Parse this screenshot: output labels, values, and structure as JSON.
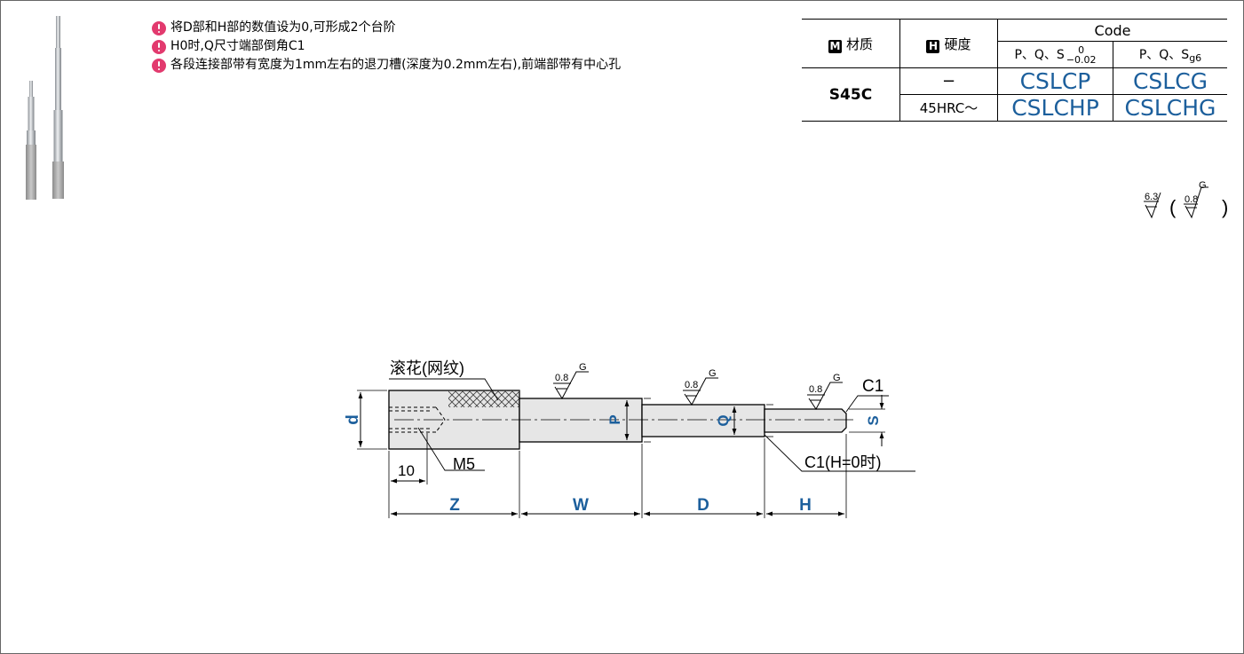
{
  "notes": [
    "将D部和H部的数值设为0,可形成2个台阶",
    "H0时,Q尺寸端部倒角C1",
    "各段连接部带有宽度为1mm左右的退刀槽(深度为0.2mm左右),前端部带有中心孔"
  ],
  "table": {
    "material_badge": "M",
    "material_header": "材质",
    "hardness_badge": "H",
    "hardness_header": "硬度",
    "code_header": "Code",
    "sub_header_1_main": "P、Q、S",
    "sub_header_1_tol_upper": "0",
    "sub_header_1_tol_lower": "−0.02",
    "sub_header_2_main": "P、Q、S",
    "sub_header_2_sub": "g6",
    "material": "S45C",
    "rows": [
      {
        "hardness": "−",
        "code_1": "CSLCP",
        "code_2": "CSLCG"
      },
      {
        "hardness": "45HRC～",
        "code_1": "CSLCHP",
        "code_2": "CSLCHG"
      }
    ]
  },
  "roughness": {
    "main_value": "6.3",
    "paren_value": "0.8",
    "grade": "G",
    "open_paren": "(",
    "close_paren": ")"
  },
  "drawing": {
    "knurl_label": "滚花(网纹)",
    "thread_label": "M5",
    "chamfer_label": "C1",
    "chamfer_h0_label": "C1(H=0时)",
    "dim_10": "10",
    "dim_d": "d",
    "dim_P": "P",
    "dim_Q": "Q",
    "dim_S": "S",
    "dim_Z": "Z",
    "dim_W": "W",
    "dim_D": "D",
    "dim_H": "H",
    "finish_value": "0.8",
    "finish_grade": "G"
  },
  "colors": {
    "dimension_blue": "#1c5f9c",
    "note_bullet": "#e23a6e",
    "part_fill": "#e6e6e6"
  }
}
